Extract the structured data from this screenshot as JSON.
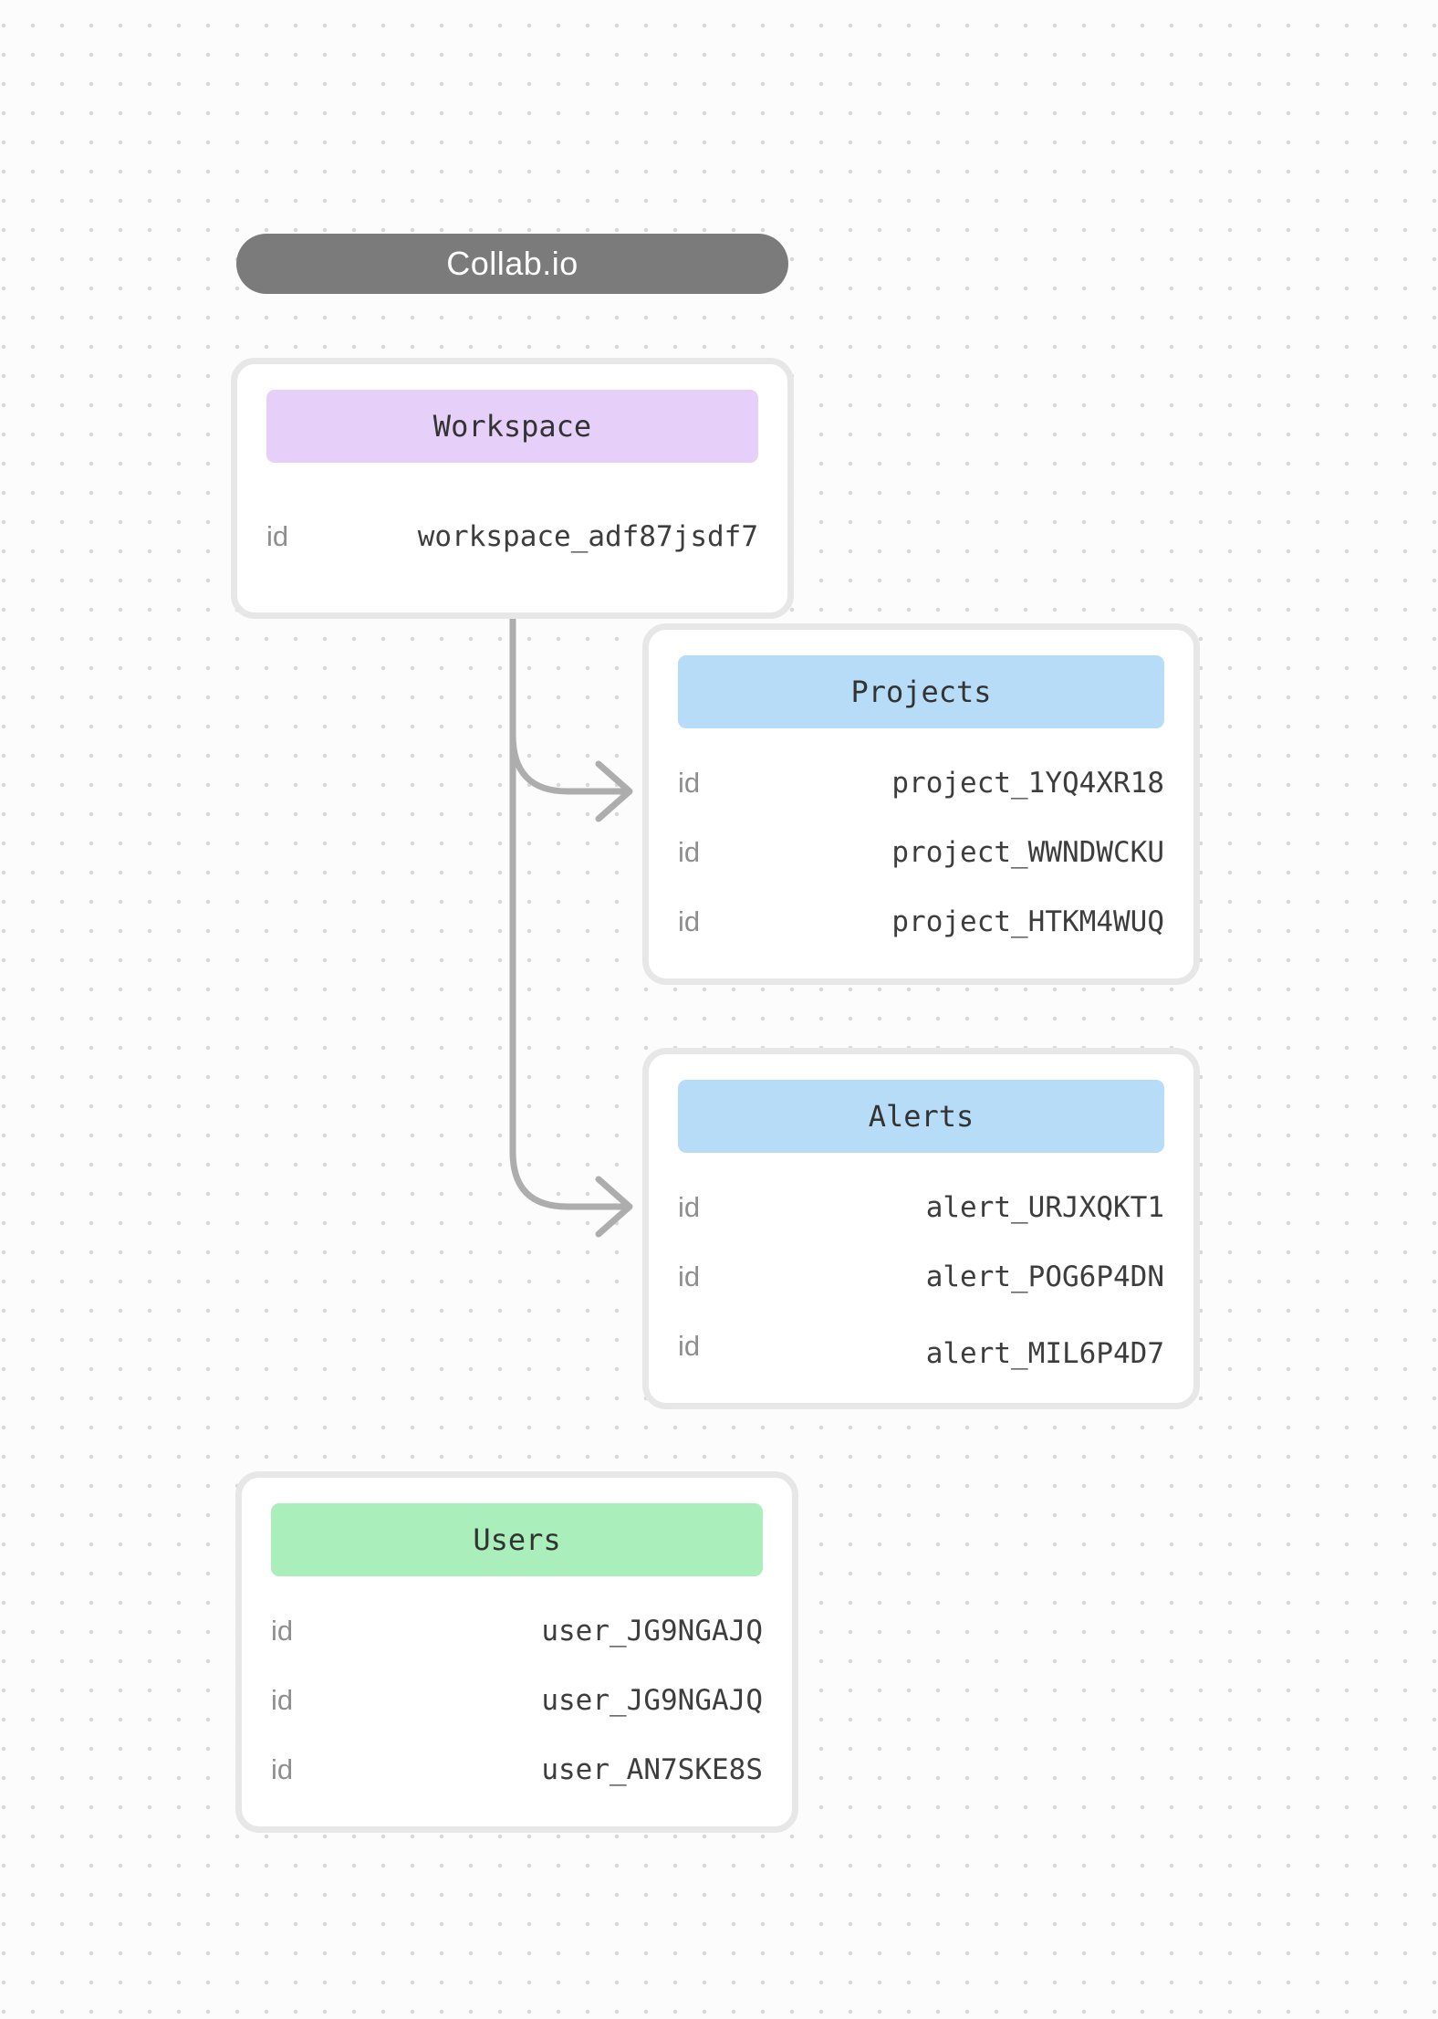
{
  "canvas": {
    "background": "#fcfcfc",
    "dot_color": "#d9d9d9"
  },
  "title_pill": {
    "label": "Collab.io",
    "background": "#7b7b7b",
    "text_color": "#ffffff"
  },
  "entities": [
    {
      "title": "Workspace",
      "header_color": "#e6d0f9",
      "rows": [
        {
          "key": "id",
          "value": "workspace_adf87jsdf7"
        }
      ]
    },
    {
      "title": "Projects",
      "header_color": "#b7dcf8",
      "rows": [
        {
          "key": "id",
          "value": "project_1YQ4XR18"
        },
        {
          "key": "id",
          "value": "project_WWNDWCKU"
        },
        {
          "key": "id",
          "value": "project_HTKM4WUQ"
        }
      ]
    },
    {
      "title": "Alerts",
      "header_color": "#b7dcf8",
      "rows": [
        {
          "key": "id",
          "value": "alert_URJXQKT1"
        },
        {
          "key": "id",
          "value": "alert_POG6P4DN"
        },
        {
          "key": "id",
          "value": "alert_MIL6P4D7"
        }
      ]
    },
    {
      "title": "Users",
      "header_color": "#aaeebc",
      "rows": [
        {
          "key": "id",
          "value": "user_JG9NGAJQ"
        },
        {
          "key": "id",
          "value": "user_JG9NGAJQ"
        },
        {
          "key": "id",
          "value": "user_AN7SKE8S"
        }
      ]
    }
  ],
  "connectors": {
    "color": "#adadad",
    "edges": [
      {
        "from": "Workspace",
        "to": "Projects"
      },
      {
        "from": "Workspace",
        "to": "Alerts"
      }
    ]
  }
}
